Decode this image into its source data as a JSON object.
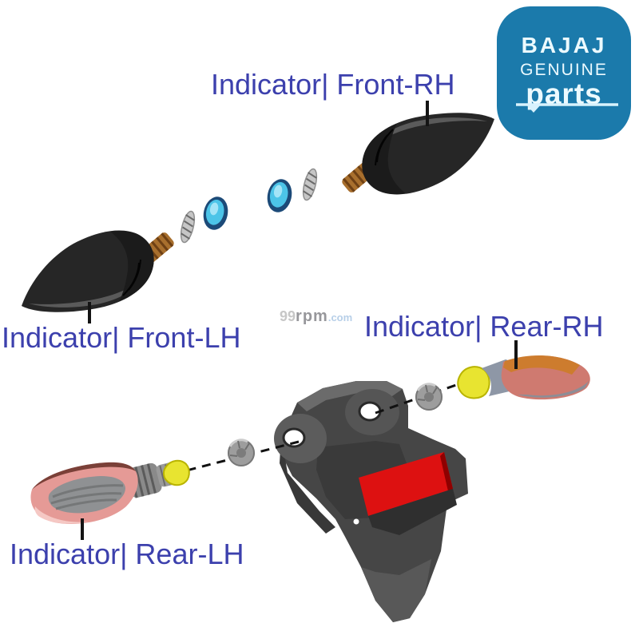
{
  "colors": {
    "label_blue": "#3c40ad",
    "logo_blue": "#1b7aab",
    "logo_text": "#ecfaff",
    "reflector_red": "#dd1111",
    "bulb_yellow": "#e8e430",
    "grommet_cyan": "#4cc4e8",
    "grommet_navy": "#1c4a78",
    "stud_brown": "#a86f2d",
    "rear_pink": "#e59a96",
    "rear_rh_salmon": "#cf7a70",
    "rear_rh_orange": "#cd7c2e"
  },
  "logo": {
    "brand": "BAJAJ",
    "line1": "GENUINE",
    "line2": "parts"
  },
  "labels": {
    "front_rh": "Indicator| Front-RH",
    "front_lh": "Indicator| Front-LH",
    "rear_rh": "Indicator| Rear-RH",
    "rear_lh": "Indicator| Rear-LH"
  },
  "watermark": {
    "prefix": "99",
    "brand": "rpm",
    "suffix": ".com"
  }
}
